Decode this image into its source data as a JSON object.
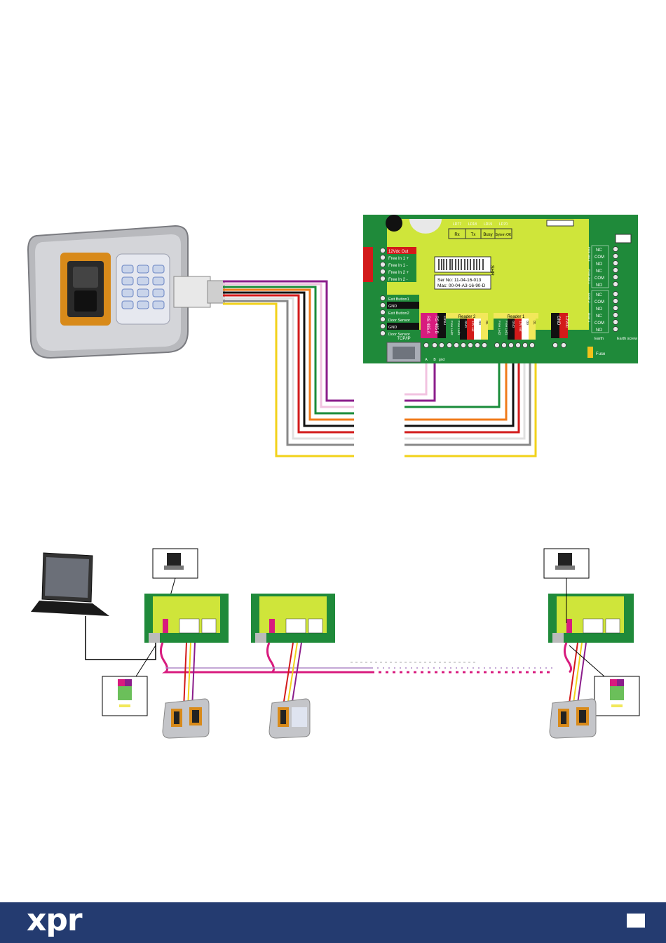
{
  "colors": {
    "board_green": "#1f8a3a",
    "board_lime": "#cfe53a",
    "footer_blue": "#243b70",
    "rs485_magenta": "#d81b7e"
  },
  "board": {
    "led_labels": [
      "LD77",
      "LD18",
      "LD19",
      "LD70"
    ],
    "status_labels": [
      "Rx",
      "Tx",
      "Busy",
      "Sytem OK"
    ],
    "left_terminals": [
      "12Vdc Out",
      "Free In 1 +",
      "Free In 1 -",
      "Free In 2 +",
      "Free In 2 -"
    ],
    "left_terminals_2": [
      "Exit Button1",
      "GND",
      "Exit Button2",
      "Door Sensor",
      "GND",
      "Door Sensor"
    ],
    "serial_no": "Ser No: 11-04-16-013",
    "mac": "Mac: 00-04-A3-16-90-D",
    "barcode_side": "SHR",
    "reader2": "Reader 2",
    "reader1": "Reader 1",
    "reader_cols": [
      "Free Led2",
      "Free Led1",
      "GND",
      "12V out",
      "D0",
      "D1"
    ],
    "rs485_cols": [
      "GND",
      "RS 485 B",
      "RS 485 A"
    ],
    "power_cols": [
      "GND",
      "12Vdc"
    ],
    "tcpip": "TCP/IP",
    "door1": "Door 1",
    "door2": "Door 2",
    "free_out1": "Free out 1",
    "free_out2": "Free out 2",
    "relay_labels_top": [
      "NC",
      "COM",
      "NO",
      "NC",
      "COM",
      "NO"
    ],
    "relay_labels_bottom": [
      "NC",
      "COM",
      "NO",
      "NC",
      "COM",
      "NO"
    ],
    "earth": "Earth",
    "earth_screw": "Earth screw",
    "fuse": "Fuse",
    "bottom_pins": [
      "A",
      "B",
      "gnd"
    ]
  },
  "footer": {
    "logo": "xpr"
  }
}
